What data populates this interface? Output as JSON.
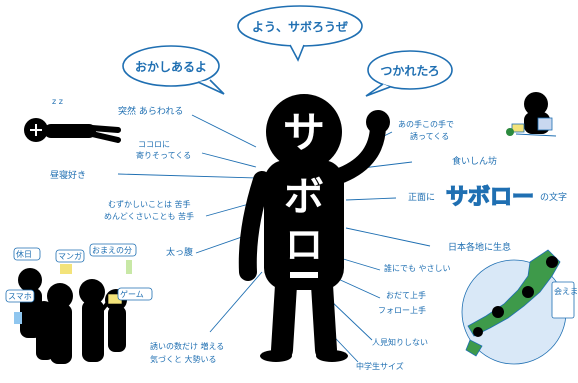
{
  "bubbles": {
    "top": "よう、サボろうぜ",
    "left": "おかしあるよ",
    "right": "つかれたろ"
  },
  "mascot": {
    "chars": [
      "サ",
      "ボ",
      "ロ",
      "ー"
    ]
  },
  "labels": {
    "sudden": "突然 あらわれる",
    "heart_1": "ココロに",
    "heart_2": "寄りそってくる",
    "nap": "昼寝好き",
    "weak_1": "むずかしいことは 苦手",
    "weak_2": "めんどくさいことも 苦手",
    "belly": "太っ腹",
    "friends_1": "誘いの数だけ 増える",
    "friends_2": "気づくと 大勢いる",
    "tempt_1": "あの手この手で",
    "tempt_2": "誘ってくる",
    "glutton": "食いしん坊",
    "front_prefix": "正面に",
    "front_big": "サボロー",
    "front_suffix": "の文字",
    "japan": "日本各地に生息",
    "kind": "誰にでも やさしい",
    "flatter_1": "おだて上手",
    "flatter_2": "フォロー上手",
    "shy": "人見知りしない",
    "size": "中学生サイズ"
  },
  "crowd_signs": {
    "plan": "休日",
    "manga": "マンガ",
    "favorite": "おまえの分",
    "phone": "スマホ",
    "game": "ゲーム"
  },
  "map_sign": "会えます",
  "sleep_mark": "z z"
}
